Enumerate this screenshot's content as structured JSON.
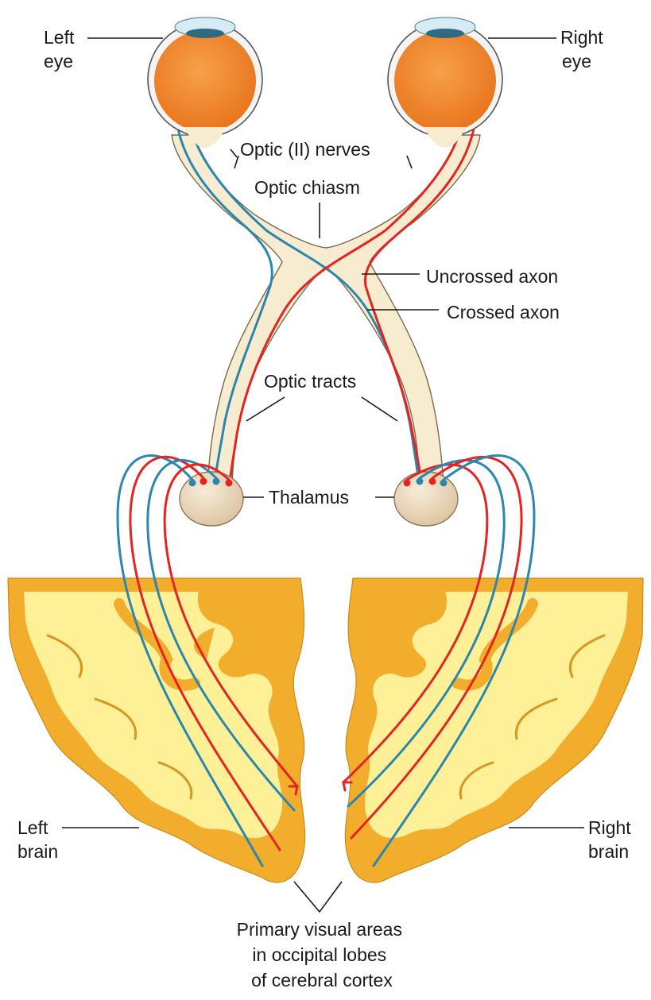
{
  "labels": {
    "left_eye": [
      "Left",
      "eye"
    ],
    "right_eye": [
      "Right",
      "eye"
    ],
    "optic_nerves": "Optic (II) nerves",
    "optic_chiasm": "Optic chiasm",
    "uncrossed_axon": "Uncrossed axon",
    "crossed_axon": "Crossed axon",
    "optic_tracts": "Optic tracts",
    "thalamus": "Thalamus",
    "left_brain": [
      "Left",
      "brain"
    ],
    "right_brain": [
      "Right",
      "brain"
    ],
    "primary_visual": [
      "Primary visual areas",
      "in occipital lobes",
      "of cerebral cortex"
    ]
  },
  "colors": {
    "eye": "#f28a2e",
    "nerve": "#f7ecd0",
    "brain_white": "#fdf097",
    "cortex": "#f3ad2c",
    "thalamus": "#efdcc0",
    "crossed_axon": "#e52421",
    "uncrossed_axon": "#2b87ad"
  }
}
